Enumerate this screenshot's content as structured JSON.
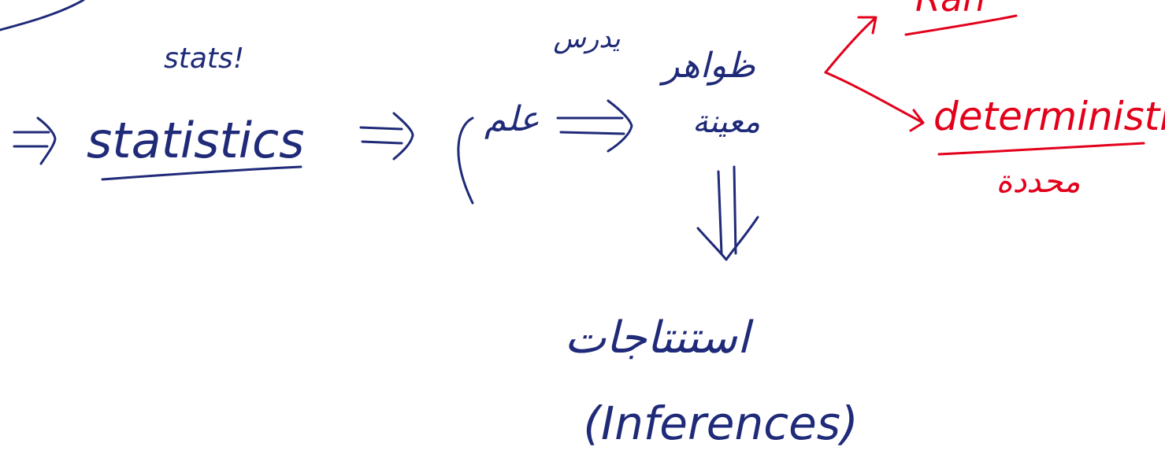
{
  "colors": {
    "ink": "#1f2a78",
    "accent": "#e3001b",
    "background": "#ffffff"
  },
  "notes": {
    "statistics_gloss": "stats!",
    "statistics": "statistics",
    "science": "علم",
    "studies": "يدرس",
    "phenomena": "ظواهر",
    "specific": "معينة",
    "random_partial": "Ran",
    "deterministic": "deterministic",
    "determined": "محددة",
    "conclusions": "استنتاجات",
    "inferences": "(Inferences)"
  }
}
